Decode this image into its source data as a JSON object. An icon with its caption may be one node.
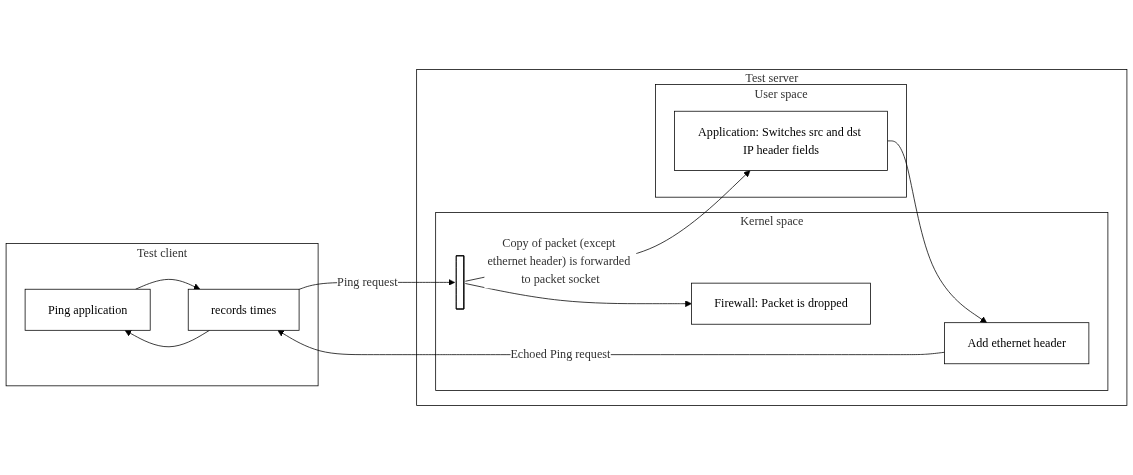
{
  "diagram": {
    "nodes": [
      {
        "text": [
          "Test client"
        ]
      },
      {
        "text": [
          "Ping application"
        ],
        "in": 0
      },
      {
        "text": [
          "records times"
        ],
        "in": 0
      },
      {
        "text": [
          "Test server"
        ]
      },
      {
        "text": [
          "User space"
        ],
        "in": 3
      },
      {
        "text": [
          "Application: Switches src and dst IP header fields"
        ],
        "in": 4
      },
      {
        "text": [
          "Kernel space"
        ],
        "in": 3
      },
      {
        "text": [
          "Add ethernet header"
        ],
        "in": 6
      },
      {
        "text": [],
        "shape": "bar",
        "in": 6
      },
      {
        "text": [
          "Firewall: Packet is dropped"
        ],
        "in": 6
      }
    ],
    "edges": [
      {
        "from": 1,
        "to": 2,
        "arrow": "to"
      },
      {
        "from": 2,
        "to": 1,
        "arrow": "to"
      },
      {
        "from": 5,
        "to": 7,
        "arrow": "to"
      },
      {
        "from": 7,
        "to": 2,
        "arrow": "to",
        "label": "Echoed Ping request"
      },
      {
        "from": 2,
        "to": 8,
        "arrow": "to",
        "label": "Ping request"
      },
      {
        "from": 8,
        "to": 5,
        "arrow": "to",
        "label": "Copy of packet (except ethernet header) is forwarded to packet socket"
      },
      {
        "from": 8,
        "to": 9,
        "arrow": "to"
      }
    ]
  }
}
